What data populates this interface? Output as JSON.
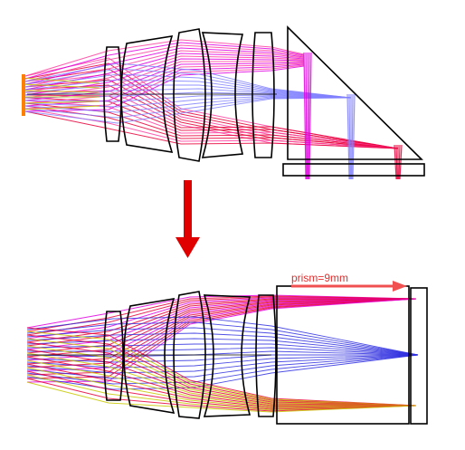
{
  "annotation": {
    "prism_label": "prism=9mm"
  },
  "colors": {
    "lens_outline": "#000000",
    "ray_red": "#e8003a",
    "ray_magenta": "#e000e0",
    "ray_pink": "#ff40a0",
    "ray_blue": "#3030e0",
    "ray_blue_light": "#8080ff",
    "ray_yellow": "#c8c800",
    "ray_orange": "#ff8000",
    "transition_arrow": "#e00000",
    "annotation_arrow": "#f05050",
    "annotation_text": "#e03030"
  },
  "icons": {
    "transition_arrow": "down-arrow-icon",
    "annotation_arrow": "right-arrow-icon"
  },
  "diagrams": [
    {
      "name": "folded-prism-design"
    },
    {
      "name": "straight-prism-design"
    }
  ]
}
